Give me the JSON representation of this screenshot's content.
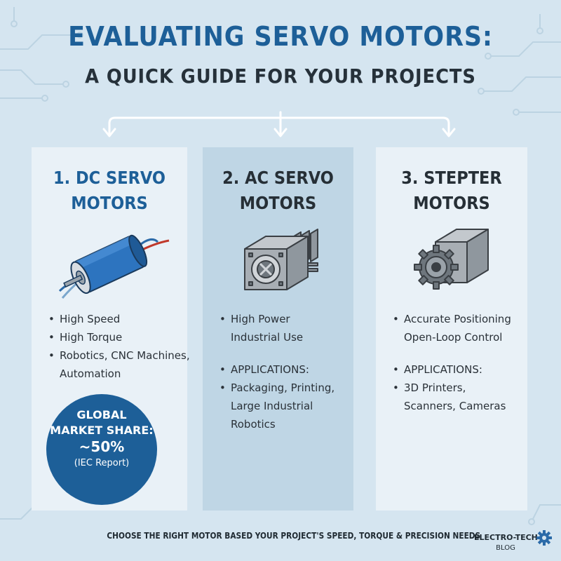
{
  "header": {
    "title": "EVALUATING SERVO MOTORS:",
    "subtitle": "A QUICK GUIDE FOR YOUR PROJECTS"
  },
  "panels": [
    {
      "title_line1": "1. DC SERVO",
      "title_line2": "MOTORS",
      "illustration": "dc-motor-icon",
      "bullets": [
        "High Speed",
        "High Torque",
        "Robotics, CNC Machines,",
        "Automation"
      ],
      "market_share": {
        "line1": "GLOBAL",
        "line2": "MARKET SHARE:",
        "value": "~50%",
        "source": "(IEC Report)"
      }
    },
    {
      "title_line1": "2. AC SERVO",
      "title_line2": "MOTORS",
      "illustration": "ac-motor-icon",
      "bullets": [
        "High Power",
        "Industrial Use"
      ],
      "applications": [
        "APPLICATIONS:",
        "Packaging, Printing,",
        "Large Industrial",
        "Robotics"
      ]
    },
    {
      "title_line1": "3. STEPTER",
      "title_line2": "MOTORS",
      "illustration": "stepper-motor-icon",
      "bullets": [
        "Accurate Positioning",
        "Open-Loop Control"
      ],
      "applications": [
        "APPLICATIONS:",
        "3D Printers,",
        "Scanners, Cameras"
      ]
    }
  ],
  "footer": {
    "note": "CHOOSE THE RIGHT MOTOR BASED YOUR PROJECT'S SPEED, TORQUE & PRECISION NEEDS",
    "brand_name": "ELECTRO-TECH",
    "brand_sub": "BLOG",
    "brand_icon": "gear-icon"
  },
  "colors": {
    "background": "#d5e5f0",
    "accent": "#1d5f98",
    "panel_light": "#e9f1f7",
    "panel_highlight": "#bfd6e5"
  }
}
